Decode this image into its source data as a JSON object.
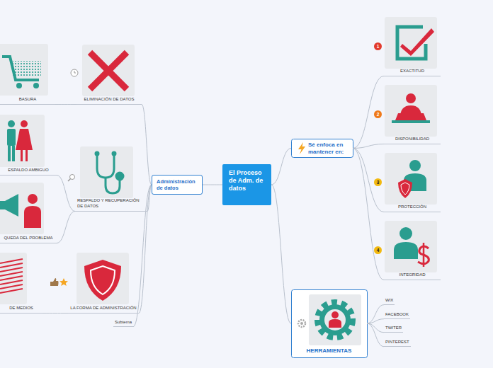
{
  "diagram": {
    "nodes": [
      {
        "text": [
          "El Proceso de Adm. de datos"
        ]
      },
      {
        "text": [
          "Sé enfoca en mantener en:"
        ]
      },
      {
        "text": [
          "EXACTITUD"
        ]
      },
      {
        "text": [
          "DISPONIBILIDAD"
        ]
      },
      {
        "text": [
          "PROTECCIÓN"
        ]
      },
      {
        "text": [
          "INTEGRIDAD"
        ]
      },
      {
        "text": [
          "Administración de datos"
        ]
      },
      {
        "text": [
          "ELIMINACIÓN DE DATOS"
        ]
      },
      {
        "text": [
          "BASURA"
        ]
      },
      {
        "text": [
          "RESPALDO Y RECUPERACIÓN DE DATOS"
        ]
      },
      {
        "text": [
          "ESPALDO AMBIGUO"
        ]
      },
      {
        "text": [
          "QUEDA DEL PROBLEMA"
        ]
      },
      {
        "text": [
          "LA FORMA DE ADMINISTRACIÓN"
        ]
      },
      {
        "text": [
          "DE MEDIOS"
        ]
      },
      {
        "text": [
          "Subtema"
        ]
      },
      {
        "text": [
          "HERRAMIENTAS"
        ]
      },
      {
        "text": [
          "WIX"
        ]
      },
      {
        "text": [
          "FACEBOOK"
        ]
      },
      {
        "text": [
          "TWITER"
        ]
      },
      {
        "text": [
          "PINTEREST"
        ]
      }
    ],
    "edges": [
      {
        "from": 0,
        "to": 1,
        "arrow": "none"
      },
      {
        "from": 0,
        "to": 6,
        "arrow": "none"
      },
      {
        "from": 0,
        "to": 15,
        "arrow": "none"
      },
      {
        "from": 1,
        "to": 2,
        "arrow": "none"
      },
      {
        "from": 1,
        "to": 3,
        "arrow": "none"
      },
      {
        "from": 1,
        "to": 4,
        "arrow": "none"
      },
      {
        "from": 1,
        "to": 5,
        "arrow": "none"
      },
      {
        "from": 6,
        "to": 7,
        "arrow": "none"
      },
      {
        "from": 6,
        "to": 9,
        "arrow": "none"
      },
      {
        "from": 6,
        "to": 12,
        "arrow": "none"
      },
      {
        "from": 6,
        "to": 14,
        "arrow": "none"
      },
      {
        "from": 7,
        "to": 8,
        "arrow": "none"
      },
      {
        "from": 9,
        "to": 10,
        "arrow": "none"
      },
      {
        "from": 9,
        "to": 11,
        "arrow": "none"
      },
      {
        "from": 12,
        "to": 13,
        "arrow": "none"
      },
      {
        "from": 15,
        "to": 16,
        "arrow": "none"
      },
      {
        "from": 15,
        "to": 17,
        "arrow": "none"
      },
      {
        "from": 15,
        "to": 18,
        "arrow": "none"
      },
      {
        "from": 15,
        "to": 19,
        "arrow": "none"
      }
    ],
    "labels": [
      "1",
      "2",
      "3",
      "4"
    ]
  }
}
